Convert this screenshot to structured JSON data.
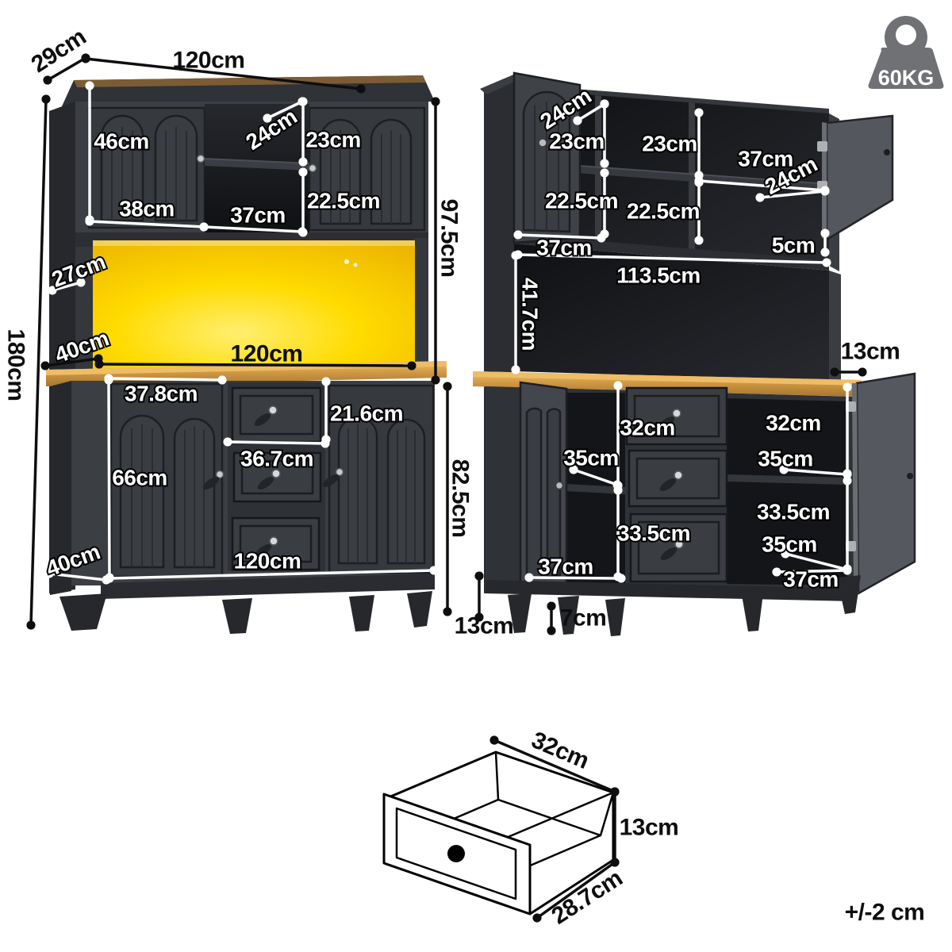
{
  "weight_capacity": "60KG",
  "tolerance": "+/-2 cm",
  "front_view": {
    "top_depth": "29cm",
    "top_width": "120cm",
    "overall_height": "180cm",
    "hutch_height": "97.5cm",
    "base_height": "82.5cm",
    "upper": {
      "door_height": "46cm",
      "shelf_depth": "24cm",
      "upper_cubby_height": "23cm",
      "lower_cubby_height": "22.5cm",
      "door_width": "38cm",
      "cubby_width": "37cm"
    },
    "alcove": {
      "depth": "27cm",
      "counter_depth": "40cm",
      "width": "120cm"
    },
    "base": {
      "door_width": "37.8cm",
      "drawer_height": "21.6cm",
      "drawer_width": "36.7cm",
      "door_height": "66cm",
      "width": "120cm",
      "depth": "40cm"
    }
  },
  "open_view": {
    "upper": {
      "shelf_depth_left": "24cm",
      "cubby_height_left": "23cm",
      "cubby_height_center": "23cm",
      "cubby_width_right": "37cm",
      "lower_cubby_left": "22.5cm",
      "lower_cubby_center": "22.5cm",
      "shelf_depth_right": "24cm",
      "door_width": "37cm",
      "ledge_height": "5cm",
      "alcove_width": "113.5cm",
      "alcove_height": "41.7cm",
      "counter_overhang": "13cm"
    },
    "base": {
      "opening_height_left": "32cm",
      "opening_depth_left": "35cm",
      "lower_zone_height_left": "33.5cm",
      "opening_width_left": "37cm",
      "opening_height_right": "32cm",
      "opening_depth_right": "35cm",
      "lower_zone_height_right": "33.5cm",
      "lower_opening_depth_right": "35cm",
      "opening_width_right": "37cm",
      "leg_height": "13cm",
      "foot_height": "7cm"
    }
  },
  "drawer_detail": {
    "width": "32cm",
    "height": "13cm",
    "depth": "28.7cm"
  }
}
